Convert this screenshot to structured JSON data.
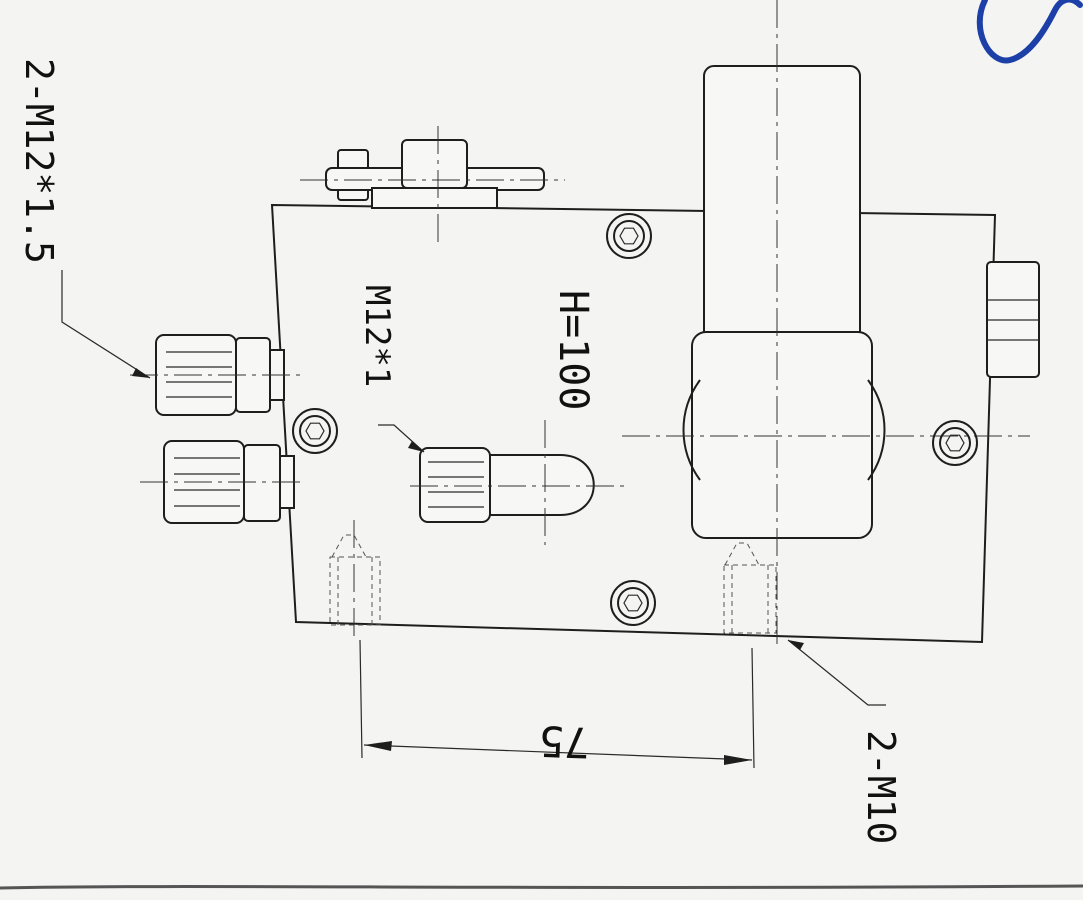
{
  "drawing": {
    "labels": {
      "outlet_ports": "2-M12*1.5",
      "gauge_port": "M12*1",
      "height": "H=100",
      "mounting_threads": "2-M10",
      "spacing_dim": "75"
    },
    "colors": {
      "line": "#1e1e1e",
      "paper": "#f4f4f2",
      "ink_mark": "#1c3fa8"
    }
  }
}
